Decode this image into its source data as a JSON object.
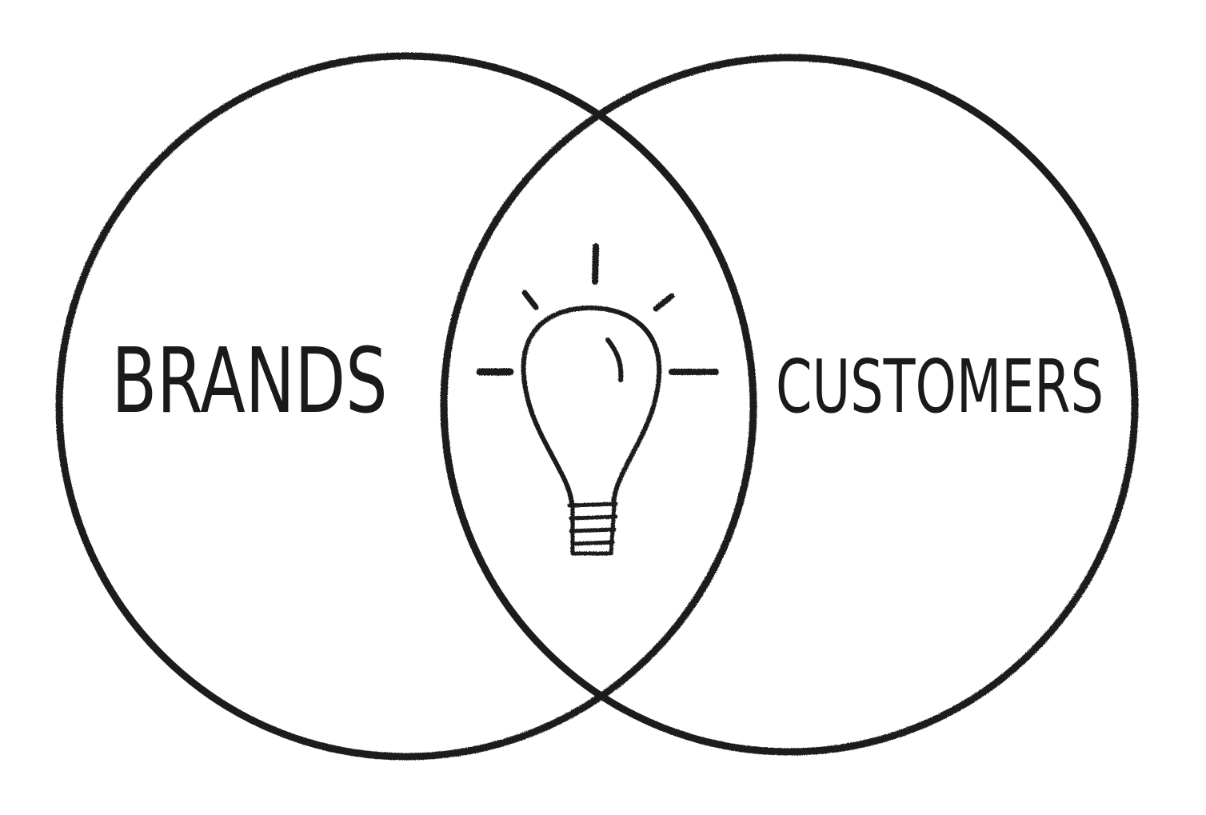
{
  "diagram": {
    "type": "venn",
    "sets": [
      {
        "label": "BRANDS"
      },
      {
        "label": "CUSTOMERS"
      }
    ],
    "intersection_icon": "lightbulb-icon",
    "colors": {
      "ink": "#1a1a1a",
      "background": "#ffffff"
    }
  }
}
